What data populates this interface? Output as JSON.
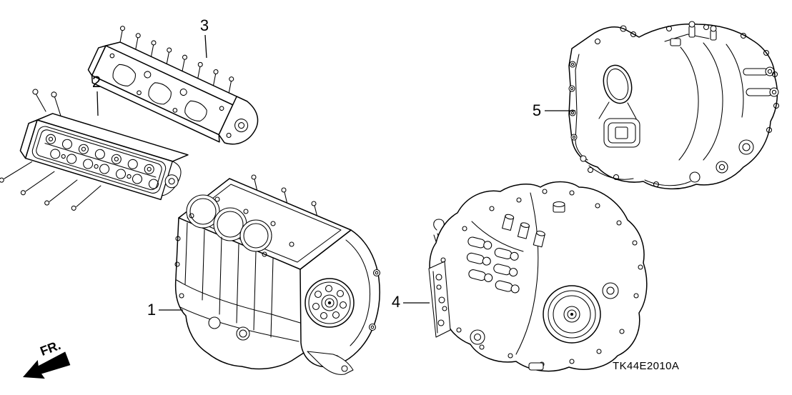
{
  "colors": {
    "background": "#ffffff",
    "line": "#000000"
  },
  "diagram": {
    "code": "TK44E2010A",
    "fr_indicator": {
      "label": "FR.",
      "icon": "front-direction-arrow"
    },
    "callouts": [
      {
        "label": "1"
      },
      {
        "label": "2"
      },
      {
        "label": "3"
      },
      {
        "label": "4"
      },
      {
        "label": "5"
      }
    ]
  }
}
